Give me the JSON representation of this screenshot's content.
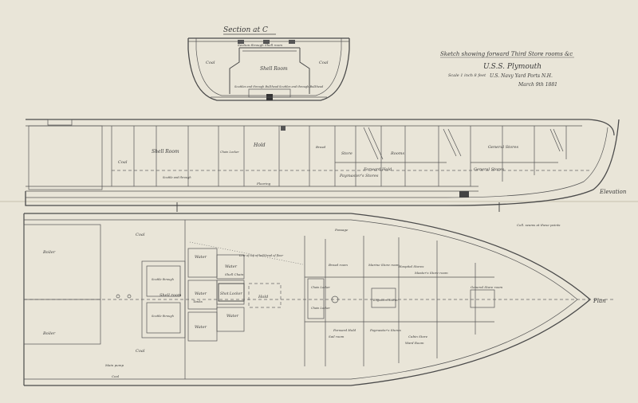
{
  "title_block": {
    "line1": "Sketch showing forward Third Store rooms &c",
    "line2": "U.S.S. Plymouth",
    "line3": "U.S. Navy Yard Ports N.H.",
    "date": "March 9th 1881",
    "scale": "Scale 1 inch 8 feet"
  },
  "section": {
    "title": "Section at C",
    "sub": "Section through Shell room",
    "coal_left": "Coal",
    "coal_right": "Coal",
    "shell_room": "Shell Room",
    "bottom_left": "Scuttles and through Bulkhead",
    "bottom_right": "Scuttles and through Bulkhead"
  },
  "elevation": {
    "label": "Elevation",
    "coal": "Coal",
    "shell_room": "Shell Room",
    "chain_locker": "Chain Locker",
    "hold": "Hold",
    "bread": "Bread",
    "store": "Store",
    "rooms": "Rooms",
    "general_stores_1": "General Stores",
    "general_stores_2": "General Stores",
    "forward_hold": "Forward Hold",
    "paymasters_stores": "Paymaster's Stores",
    "scuttle": "Scuttle and through",
    "flooring": "Flooring",
    "note": "Coll. seams at these points"
  },
  "plan": {
    "label": "Plan",
    "coal_top": "Coal",
    "coal_bottom": "Coal",
    "boiler_top": "Boiler",
    "boiler_bottom": "Boiler",
    "water": [
      "Water",
      "Water",
      "Water",
      "Water",
      "Water"
    ],
    "tanks": "Tanks",
    "shell_room": "Shell room",
    "shot_locker": "Shot Locker",
    "shell_chain": "Shell Chain",
    "hold": "Hold",
    "floor_note": "Line of top of bulkhead of floor",
    "passage": "Passage",
    "scuttle_top": "Scuttle through",
    "scuttle_bottom": "Scuttle through",
    "bread_room": "Bread room",
    "marine_store": "Marine Store room",
    "hospital_stores": "Hospital Stores",
    "masters_store": "Master's Store room",
    "paymasters_stores": "Paymaster's Stores",
    "general_store": "General Store room",
    "chain_locker_1": "Chain Locker",
    "chain_locker_2": "Chain Locker",
    "engineers_stores": "Engineers Stores",
    "sail_room": "Sail room",
    "cabin_store": "Cabin Store",
    "forward_hold": "Forward Hold",
    "ward_room": "Ward Room",
    "pump": "Main pump",
    "coal": "Coal"
  }
}
